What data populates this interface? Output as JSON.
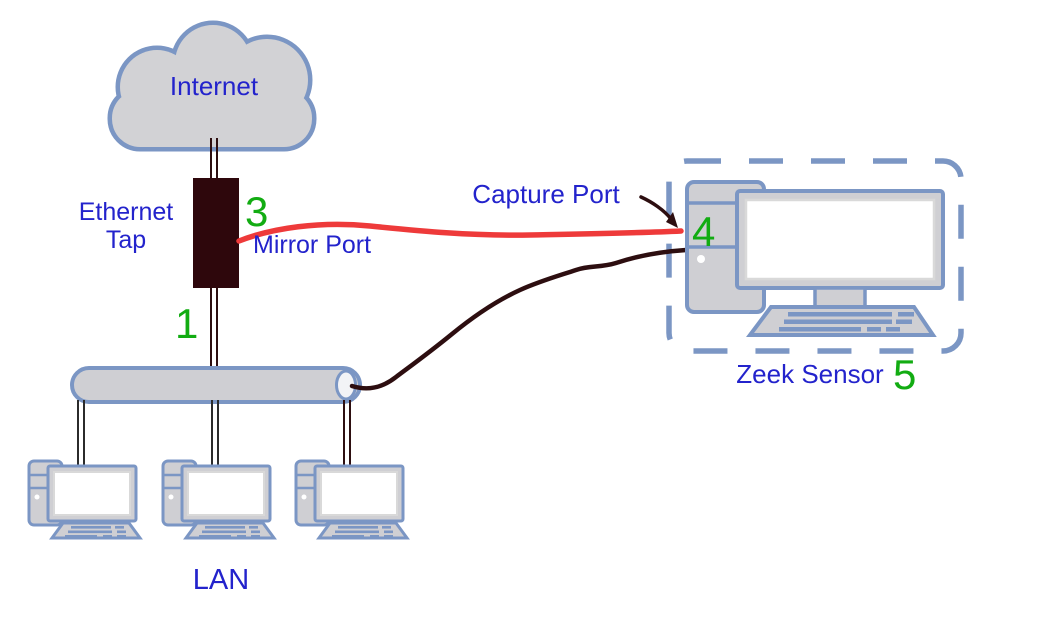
{
  "diagram": {
    "labels": {
      "internet": "Internet",
      "ethernet_tap_line1": "Ethernet",
      "ethernet_tap_line2": "Tap",
      "mirror_port": "Mirror Port",
      "capture_port": "Capture Port",
      "zeek_sensor": "Zeek Sensor",
      "lan": "LAN"
    },
    "step_numbers": {
      "tap_inline": "1",
      "mirror_port": "3",
      "capture_port": "4",
      "zeek_sensor": "5"
    },
    "colors": {
      "label_blue": "#2323cc",
      "step_green": "#12ac12",
      "cable_red": "#ee3a3a",
      "cable_dark": "#2d0e10",
      "cable_black": "#2b2b2b",
      "tap_fill": "#2e070c",
      "outline_blue": "#7b96c4",
      "device_fill": "#cfcfd3",
      "cloud_fill": "#d2d2d5"
    }
  }
}
